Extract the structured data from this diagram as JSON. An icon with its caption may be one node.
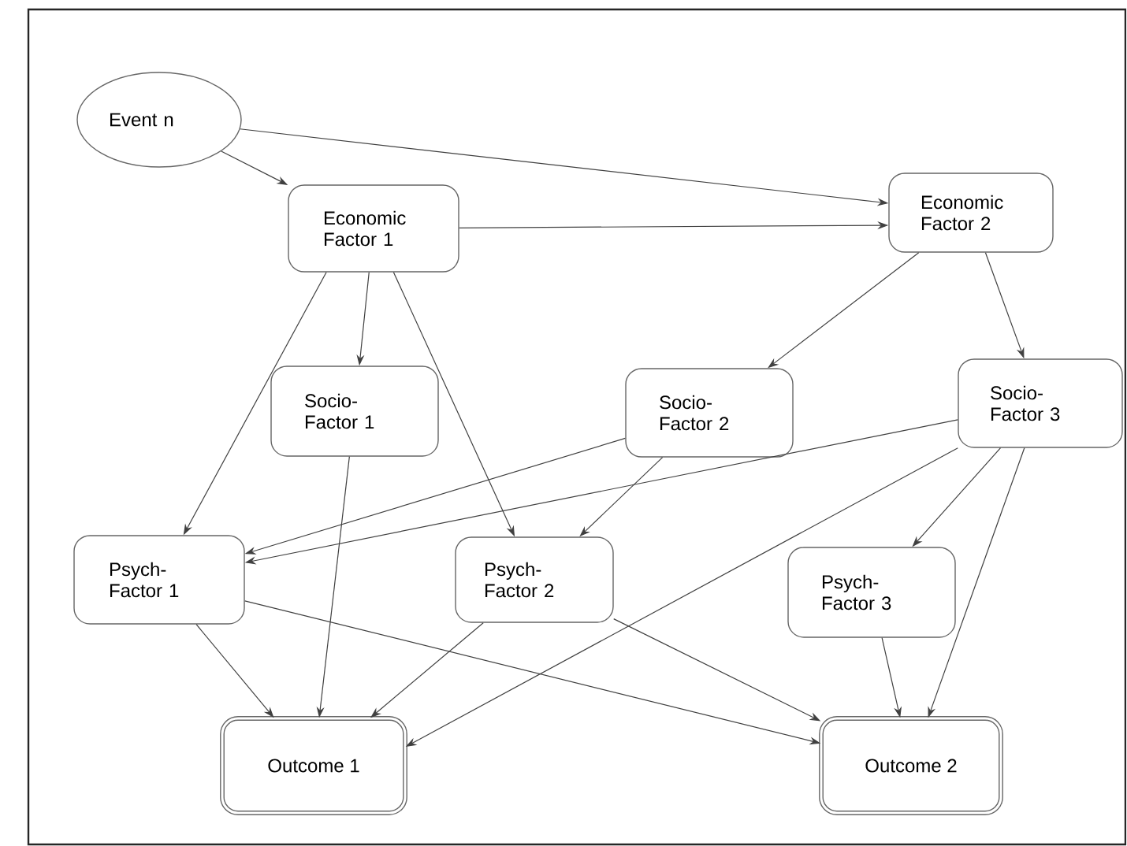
{
  "diagram": {
    "nodes": [
      {
        "text": [
          "Event n"
        ]
      },
      {
        "text": [
          "Economic Factor 1"
        ]
      },
      {
        "text": [
          "Economic Factor 2"
        ]
      },
      {
        "text": [
          "Socio- Factor 1"
        ]
      },
      {
        "text": [
          "Socio- Factor 2"
        ]
      },
      {
        "text": [
          "Socio- Factor 3"
        ]
      },
      {
        "text": [
          "Psych- Factor 1"
        ]
      },
      {
        "text": [
          "Psych- Factor 2"
        ]
      },
      {
        "text": [
          "Psych- Factor 3"
        ]
      },
      {
        "text": [
          "Outcome 1"
        ]
      },
      {
        "text": [
          "Outcome 2"
        ]
      }
    ],
    "edges": [
      {
        "from": 0,
        "to": 1,
        "arrow": "to"
      },
      {
        "from": 0,
        "to": 2,
        "arrow": "to"
      },
      {
        "from": 1,
        "to": 2,
        "arrow": "to"
      },
      {
        "from": 1,
        "to": 3,
        "arrow": "to"
      },
      {
        "from": 1,
        "to": 6,
        "arrow": "to"
      },
      {
        "from": 1,
        "to": 7,
        "arrow": "to"
      },
      {
        "from": 2,
        "to": 4,
        "arrow": "to"
      },
      {
        "from": 2,
        "to": 5,
        "arrow": "to"
      },
      {
        "from": 4,
        "to": 6,
        "arrow": "to"
      },
      {
        "from": 4,
        "to": 7,
        "arrow": "to"
      },
      {
        "from": 5,
        "to": 6,
        "arrow": "to"
      },
      {
        "from": 5,
        "to": 8,
        "arrow": "to"
      },
      {
        "from": 5,
        "to": 9,
        "arrow": "to"
      },
      {
        "from": 5,
        "to": 10,
        "arrow": "to"
      },
      {
        "from": 3,
        "to": 9,
        "arrow": "to"
      },
      {
        "from": 6,
        "to": 9,
        "arrow": "to"
      },
      {
        "from": 6,
        "to": 10,
        "arrow": "to"
      },
      {
        "from": 7,
        "to": 9,
        "arrow": "to"
      },
      {
        "from": 7,
        "to": 10,
        "arrow": "to"
      },
      {
        "from": 8,
        "to": 10,
        "arrow": "to"
      }
    ]
  }
}
